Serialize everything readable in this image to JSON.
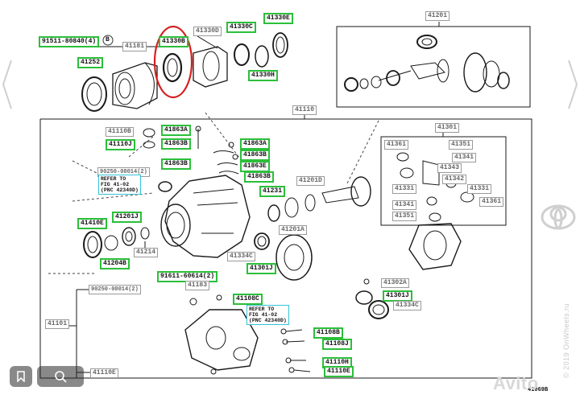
{
  "callouts": {
    "top": [
      "91511-80840(4)",
      "41181",
      "41330B",
      "41330D",
      "41330C",
      "41330E",
      "41252",
      "41330H",
      "41201"
    ],
    "center": [
      "41110",
      "41110B",
      "41863A",
      "41110J",
      "41863B",
      "41863A",
      "41863B",
      "41863E",
      "41863B",
      "41863B",
      "41201D",
      "41231",
      "90250-08014(2)",
      "REFER TO\nFIG 41-02\n(PNC 42340D)"
    ],
    "left": [
      "41410E",
      "41201J",
      "41204B",
      "41214",
      "41334C",
      "41301J",
      "41201A"
    ],
    "right": [
      "41301",
      "41361",
      "41351",
      "41341",
      "41343",
      "41342",
      "41331",
      "41331",
      "41361",
      "41341",
      "41351"
    ],
    "lower": [
      "91611-60614(2)",
      "41183",
      "90250-08014(2)",
      "41108C",
      "REFER TO\nFIG 41-02\n(PNC 42340D)",
      "41101",
      "41108B",
      "41108J",
      "41110E",
      "41110H",
      "41110E",
      "41302A",
      "41301J",
      "41334C"
    ]
  },
  "letter_b": "B",
  "figure_code": "41069B",
  "watermark_side": "© 2019 OnWheels.ru",
  "watermark_brand": "Avito",
  "toolbar": {
    "bookmark_icon": "bookmark-icon",
    "lens_icon": "lens-icon"
  },
  "nav": {
    "left_icon": "chevron-left-icon",
    "right_icon": "chevron-right-icon"
  },
  "highlight_color": "#d61f1f",
  "label_border_color": "#2bbf3a"
}
